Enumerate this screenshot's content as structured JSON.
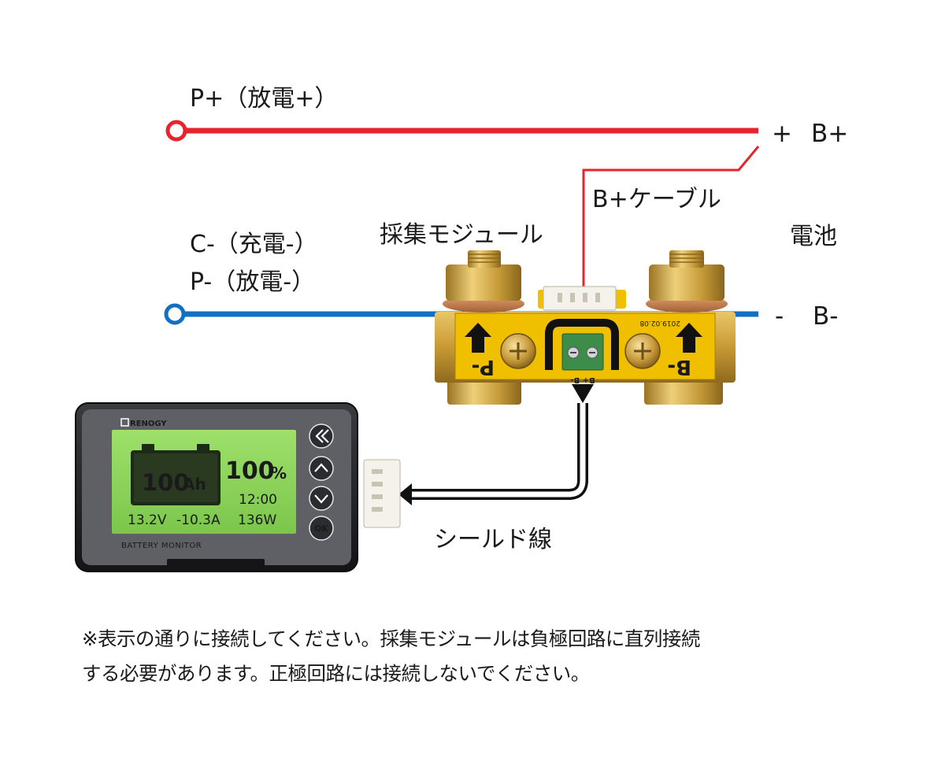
{
  "labels": {
    "p_plus": "P+（放電+）",
    "b_plus_sign": "+",
    "b_plus": "B+",
    "b_plus_cable": "B+ケーブル",
    "module": "採集モジュール",
    "battery": "電池",
    "c_minus": "C-（充電-）",
    "p_minus": "P-（放電-）",
    "b_minus_sign": "-",
    "b_minus": "B-",
    "shield_cable": "シールド線"
  },
  "shunt": {
    "terminal_p": "P-",
    "terminal_b": "B-",
    "connector": "B+ B-",
    "date": "2019.02.08"
  },
  "monitor": {
    "brand": "RENOGY",
    "capacity": "100",
    "capacity_unit": "Ah",
    "percent": "100",
    "percent_unit": "%",
    "time": "12:00",
    "voltage": "13.2V",
    "current": "-10.3A",
    "power": "136W",
    "footer": "BATTERY MONITOR",
    "ok_label": "OK"
  },
  "note": {
    "line1": "※表示の通りに接続してください。採集モジュールは負極回路に直列接続",
    "line2": "する必要があります。正極回路には接続しないでください。"
  },
  "colors": {
    "positive_wire": "#e8232c",
    "negative_wire": "#1070c4",
    "lcd_green": "#8fd35a",
    "brass": "#c99a34",
    "pcb_yellow": "#f0c000"
  }
}
